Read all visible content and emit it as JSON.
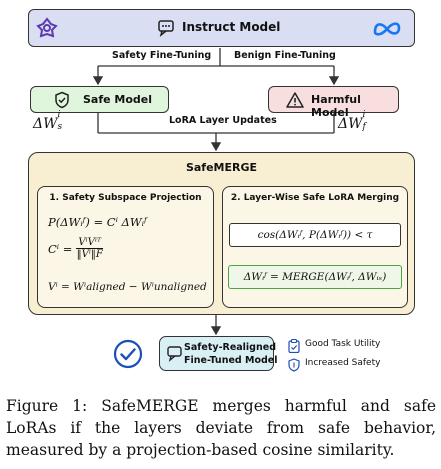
{
  "top": {
    "title": "Instruct Model"
  },
  "branches": {
    "safety_ft": "Safety Fine-Tuning",
    "benign_ft": "Benign Fine-Tuning"
  },
  "safe_model": {
    "label": "Safe Model",
    "delta": "ΔW",
    "sup": "i",
    "sub": "s"
  },
  "harmful_model": {
    "label": "Harmful Model",
    "delta": "ΔW",
    "sup": "i",
    "sub": "f"
  },
  "lora_updates": "LoRA Layer Updates",
  "safemerge": {
    "title": "SafeMERGE",
    "panel1": {
      "title": "1. Safety Subspace Projection",
      "eq1": "P(ΔWᵢᶠ) = Cⁱ ΔWᵢᶠ",
      "eq2_lhs": "Cⁱ =",
      "eq2_num": "VⁱVⁱᵀ",
      "eq2_den": "‖Vⁱ‖F",
      "eq3": "Vⁱ = Wⁱaligned − Wⁱunaligned"
    },
    "panel2": {
      "title": "2. Layer-Wise Safe LoRA Merging",
      "cond": "cos(ΔWᵢᶠ, P(ΔWᵢᶠ)) < τ",
      "merge": "ΔWᵢᶠ = MERGE(ΔWᵢᶠ, ΔWᵢₛ)"
    }
  },
  "output": {
    "line1": "Safety-Realigned",
    "line2": "Fine-Tuned Model",
    "benefits": [
      "Good Task Utility",
      "Increased Safety"
    ]
  },
  "caption": {
    "line1": "Figure 1:  SafeMERGE merges harmful and safe",
    "line2": "LoRAs if the layers deviate from safe behavior,",
    "line3": "measured by a projection-based cosine similarity."
  },
  "colors": {
    "top_box": "#d9def3",
    "safe_box": "#dff5dc",
    "harmful_box": "#f8dede",
    "safemerge_box": "#f8eed2",
    "panel_bg": "#fbf6e6",
    "output_box": "#d8f0f4",
    "check_blue": "#1d4fb8"
  }
}
